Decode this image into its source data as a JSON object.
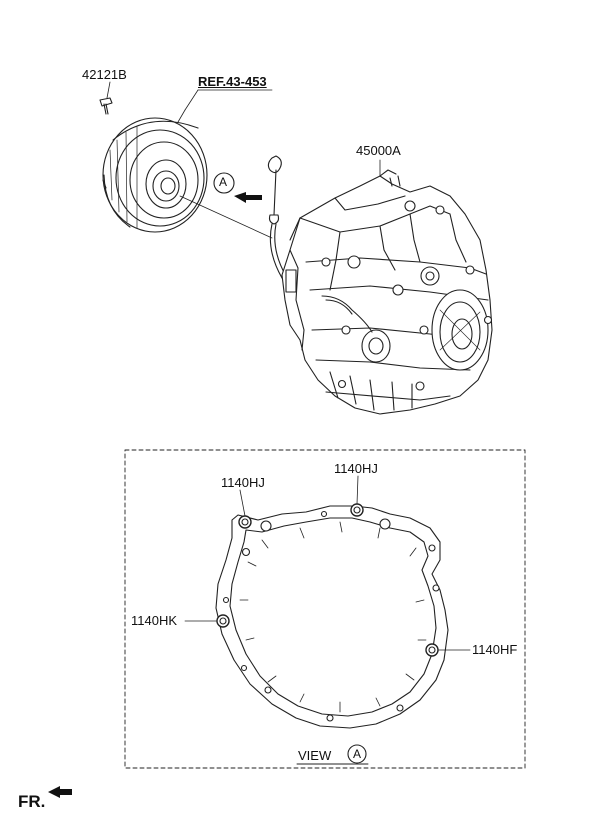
{
  "labels": {
    "torque_converter_bolt": "42121B",
    "reference": "REF.43-453",
    "transaxle_assembly": "45000A",
    "view_marker": "A",
    "bolt_top_left": "1140HJ",
    "bolt_top_right": "1140HJ",
    "bolt_left": "1140HK",
    "bolt_right": "1140HF",
    "view_caption": "VIEW",
    "view_letter": "A",
    "front_indicator": "FR."
  },
  "colors": {
    "line": "#222222",
    "background": "#ffffff"
  },
  "icons": {
    "direction_arrow": "arrow-left-icon",
    "front_arrow": "arrow-left-icon"
  }
}
